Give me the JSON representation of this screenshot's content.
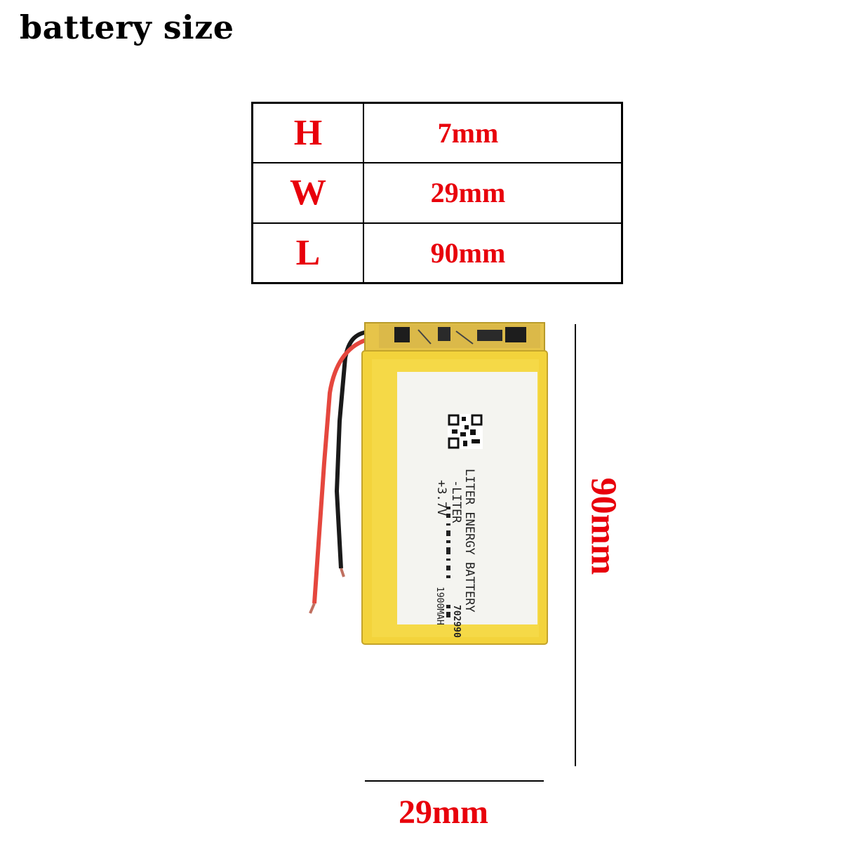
{
  "title": "battery size",
  "spec_table": {
    "rows": [
      {
        "key": "H",
        "value": "7mm"
      },
      {
        "key": "W",
        "value": "29mm"
      },
      {
        "key": "L",
        "value": "90mm"
      }
    ]
  },
  "battery_label": {
    "line1": "LITER ENERGY BATTERY",
    "line2": "-LITER",
    "model": "702990",
    "voltage": "+3.7V",
    "capacity": "1900MAH"
  },
  "dimensions": {
    "width": "29mm",
    "length": "90mm"
  },
  "colors": {
    "accent": "#e8000b",
    "battery_yellow": "#f3d33b",
    "label_white": "#f4f4f0"
  }
}
